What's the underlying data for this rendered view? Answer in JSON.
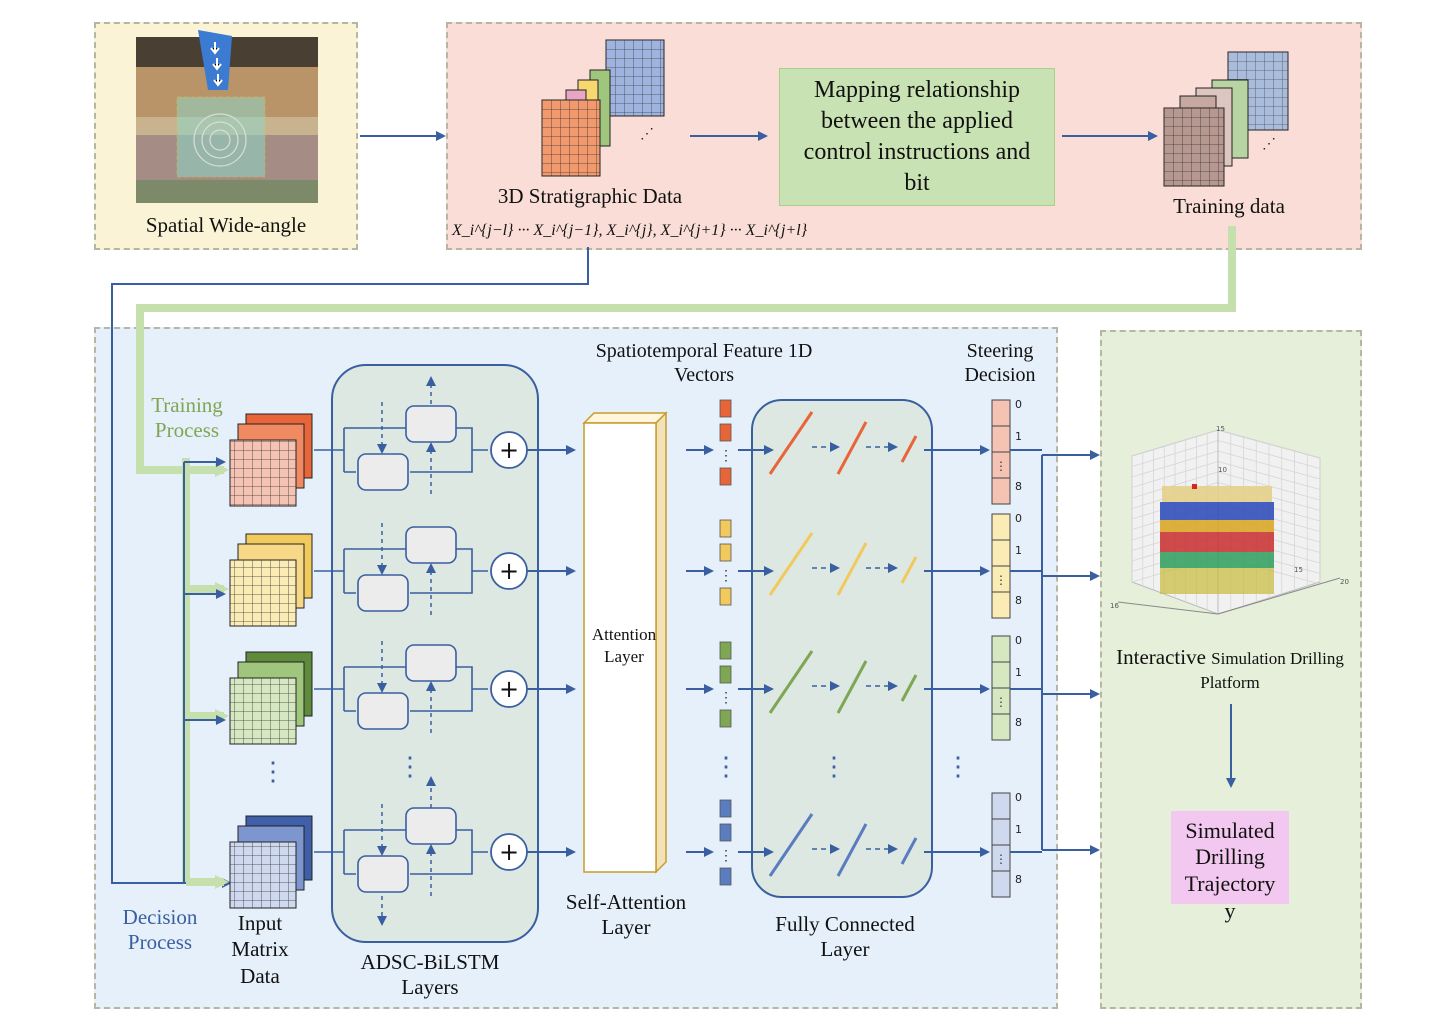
{
  "top": {
    "spatial_label": "Spatial Wide-angle",
    "strat_label": "3D Stratigraphic Data",
    "strat_formula": "X_i^{j−l} ··· X_i^{j−1}, X_i^{j}, X_i^{j+1} ··· X_i^{j+l}",
    "mapping_text": "Mapping relationship between the applied control instructions and bit",
    "training_data_label": "Training data"
  },
  "main": {
    "training_process": "Training Process",
    "decision_process": "Decision Process",
    "input_label": "Input Matrix Data",
    "lstm_label": "ADSC-BiLSTM Layers",
    "attention_inner": "Attention Layer",
    "self_attention_label": "Self-Attention Layer",
    "features_label": "Spatiotemporal Feature 1D Vectors",
    "fc_label": "Fully Connected Layer",
    "steering_label": "Steering Decision",
    "steer_indices": [
      "0",
      "1",
      "8"
    ],
    "plus": "+"
  },
  "right": {
    "platform_big": "Interactive",
    "platform_small": "Simulation Drilling Platform",
    "trajectory_label": "Simulated Drilling Trajectory",
    "y_label": "y",
    "axis_ticks": [
      "15",
      "10",
      "15",
      "20",
      "16"
    ]
  },
  "colors": {
    "arrow_blue": "#3a5fa0",
    "green_line": "#c5dfad",
    "row_colors": [
      "#e8653a",
      "#f2c95c",
      "#7fa653",
      "#5a7dbf"
    ],
    "row_light": [
      "#f5c3b4",
      "#fbebb5",
      "#d6e8c2",
      "#ced8ee"
    ],
    "panel_top_left": "#fbf3d6",
    "panel_top_right": "#f9ddd6",
    "panel_main": "#e5f0fa",
    "panel_right": "#e5efda"
  }
}
